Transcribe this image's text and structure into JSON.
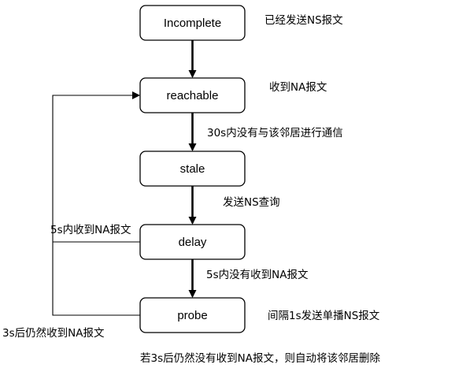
{
  "states": {
    "incomplete": "Incomplete",
    "reachable": "reachable",
    "stale": "stale",
    "delay": "delay",
    "probe": "probe"
  },
  "notes": {
    "incomplete_side": "已经发送NS报文",
    "reachable_side": "收到NA报文",
    "reachable_to_stale": "30s内没有与该邻居进行通信",
    "stale_to_delay": "发送NS查询",
    "delay_loop": "5s内收到NA报文",
    "delay_to_probe": "5s内没有收到NA报文",
    "probe_side": "间隔1s发送单播NS报文",
    "probe_loop": "3s后仍然收到NA报文",
    "bottom": "若3s后仍然没有收到NA报文，则自动将该邻居删除"
  }
}
